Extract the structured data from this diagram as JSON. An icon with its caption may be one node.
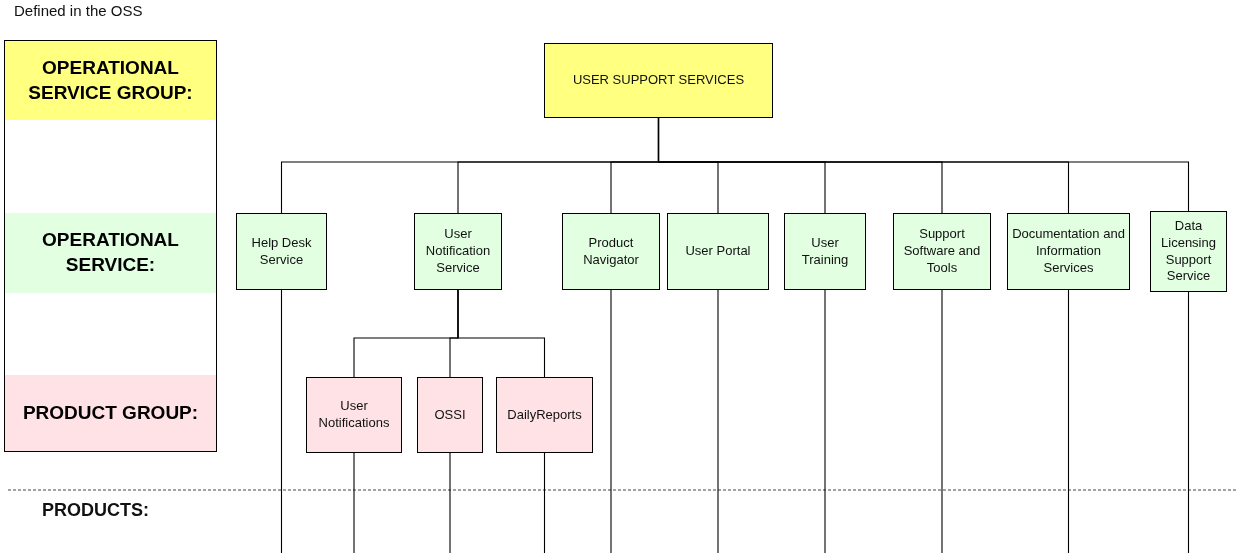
{
  "diagram": {
    "nodes": [
      {
        "text": [
          "**OPERATIONAL SERVICE GROUP**:"
        ]
      },
      {
        "text": [
          "OPERATIONAL SERVICE:"
        ]
      },
      {
        "text": [
          "PRODUCT GROUP:"
        ]
      },
      {
        "text": [
          "USER SUPPORT SERVICES"
        ]
      },
      {
        "text": [
          "Help Desk Service"
        ]
      },
      {
        "text": [
          "User Notification Service"
        ]
      },
      {
        "text": [
          "Product Navigator"
        ]
      },
      {
        "text": [
          "User Portal"
        ]
      },
      {
        "text": [
          "User Training"
        ]
      },
      {
        "text": [
          "Support Software and Tools"
        ]
      },
      {
        "text": [
          "Documentation and Information Services"
        ]
      },
      {
        "text": [
          "Data Licensing Support Service"
        ]
      },
      {
        "text": [
          "User Notifications"
        ]
      },
      {
        "text": [
          "OSSI"
        ]
      },
      {
        "text": [
          "DailyReports"
        ]
      }
    ],
    "edges": [
      {
        "from": 3,
        "to": 4,
        "arrow": "none"
      },
      {
        "from": 3,
        "to": 5,
        "arrow": "none"
      },
      {
        "from": 3,
        "to": 6,
        "arrow": "none"
      },
      {
        "from": 3,
        "to": 7,
        "arrow": "none"
      },
      {
        "from": 3,
        "to": 8,
        "arrow": "none"
      },
      {
        "from": 3,
        "to": 9,
        "arrow": "none"
      },
      {
        "from": 3,
        "to": 10,
        "arrow": "none"
      },
      {
        "from": 3,
        "to": 11,
        "arrow": "none"
      },
      {
        "from": 5,
        "to": 12,
        "arrow": "none"
      },
      {
        "from": 5,
        "to": 13,
        "arrow": "none"
      },
      {
        "from": 5,
        "to": 14,
        "arrow": "none"
      },
      {
        "from": 4,
        "to": null,
        "arrow": "none"
      },
      {
        "from": 6,
        "to": null,
        "arrow": "none"
      },
      {
        "from": 7,
        "to": null,
        "arrow": "none"
      },
      {
        "from": 8,
        "to": null,
        "arrow": "none"
      },
      {
        "from": 9,
        "to": null,
        "arrow": "none"
      },
      {
        "from": 10,
        "to": null,
        "arrow": "none"
      },
      {
        "from": 11,
        "to": null,
        "arrow": "none"
      },
      {
        "from": 12,
        "to": null,
        "arrow": "none"
      },
      {
        "from": 13,
        "to": null,
        "arrow": "none"
      },
      {
        "from": 14,
        "to": null,
        "arrow": "none"
      }
    ],
    "labels": [
      "Defined in the OSS",
      "PRODUCTS:"
    ]
  }
}
